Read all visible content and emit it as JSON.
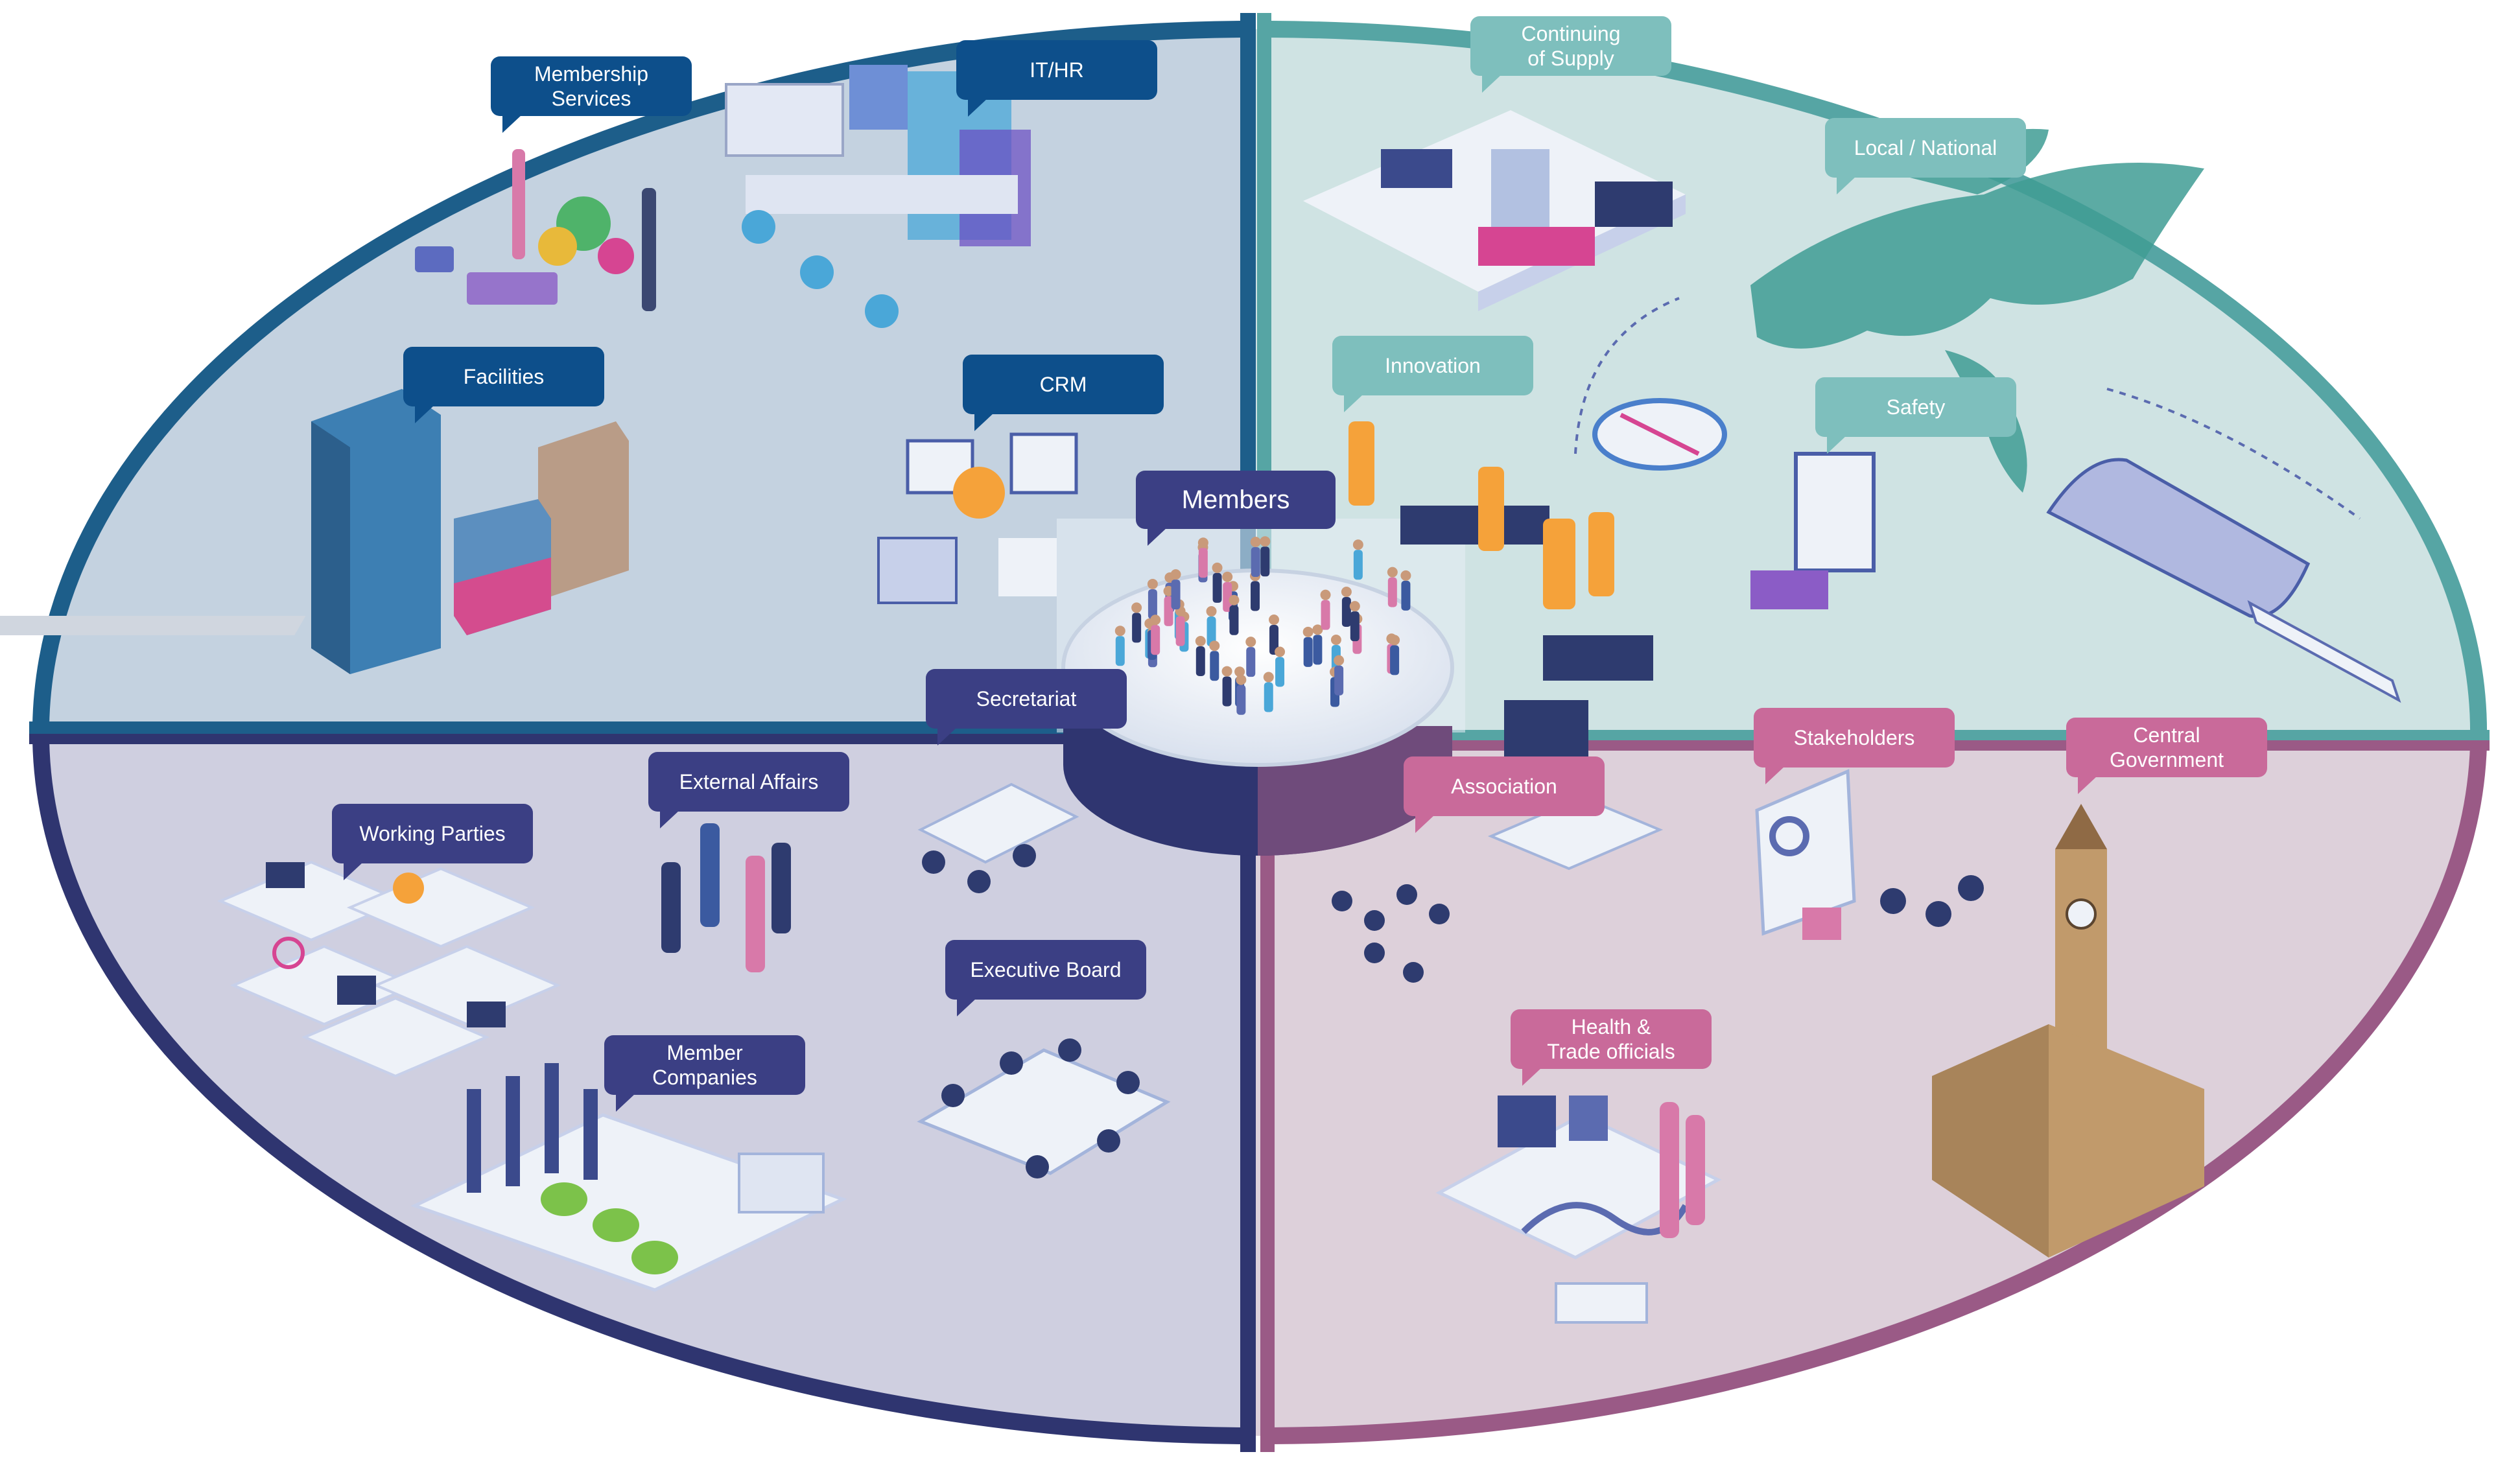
{
  "colors": {
    "quadrant_top_left": "#1d5e8a",
    "quadrant_top_right": "#56a5a4",
    "quadrant_bottom_left": "#2f3570",
    "quadrant_bottom_right": "#9a5a86",
    "callout_blue": "#0d4f8b",
    "callout_teal": "#7ebfbd",
    "callout_indigo": "#3b3f84",
    "callout_pink": "#c96a9a"
  },
  "center": {
    "label": "Members"
  },
  "top_left": {
    "membership_services": "Membership\nServices",
    "it_hr": "IT/HR",
    "facilities": "Facilities",
    "crm": "CRM"
  },
  "top_right": {
    "continuing_supply": "Continuing\nof Supply",
    "local_national": "Local / National",
    "innovation": "Innovation",
    "safety": "Safety"
  },
  "bottom_left": {
    "secretariat": "Secretariat",
    "external_affairs": "External Affairs",
    "working_parties": "Working Parties",
    "executive_board": "Executive Board",
    "member_companies": "Member Companies"
  },
  "bottom_right": {
    "association": "Association",
    "stakeholders": "Stakeholders",
    "central_government": "Central\nGovernment",
    "health_trade": "Health &\nTrade officials"
  }
}
